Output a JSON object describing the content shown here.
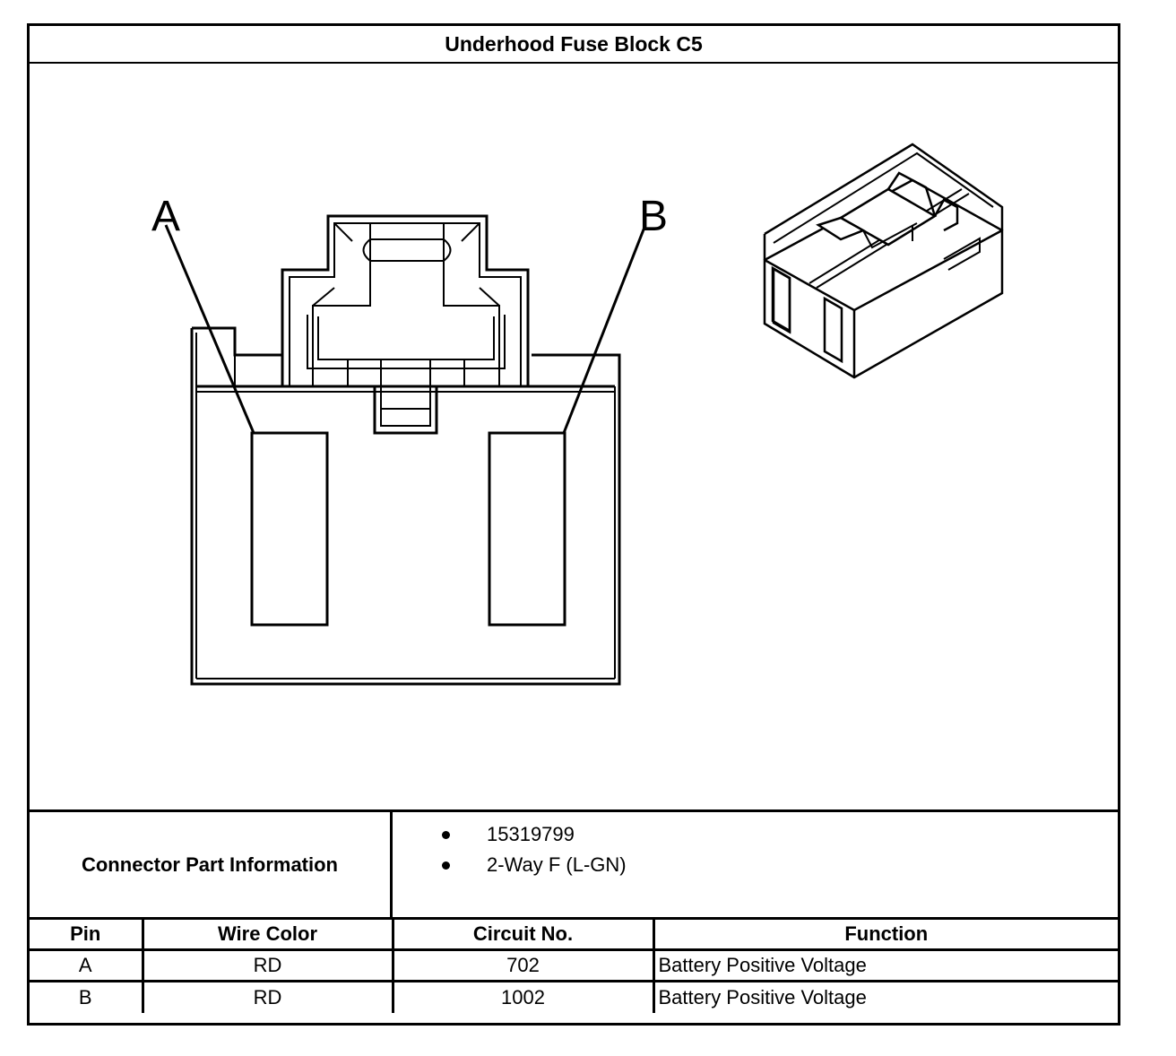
{
  "title": "Underhood Fuse Block C5",
  "diagram": {
    "pin_label_a": "A",
    "pin_label_b": "B",
    "line_color": "#000000"
  },
  "connector_info": {
    "label": "Connector Part Information",
    "items": [
      "15319799",
      "2-Way F (L-GN)"
    ]
  },
  "pin_table": {
    "headers": [
      "Pin",
      "Wire Color",
      "Circuit No.",
      "Function"
    ],
    "rows": [
      {
        "pin": "A",
        "wire_color": "RD",
        "circuit": "702",
        "function": "Battery Positive Voltage"
      },
      {
        "pin": "B",
        "wire_color": "RD",
        "circuit": "1002",
        "function": "Battery Positive Voltage"
      }
    ]
  }
}
